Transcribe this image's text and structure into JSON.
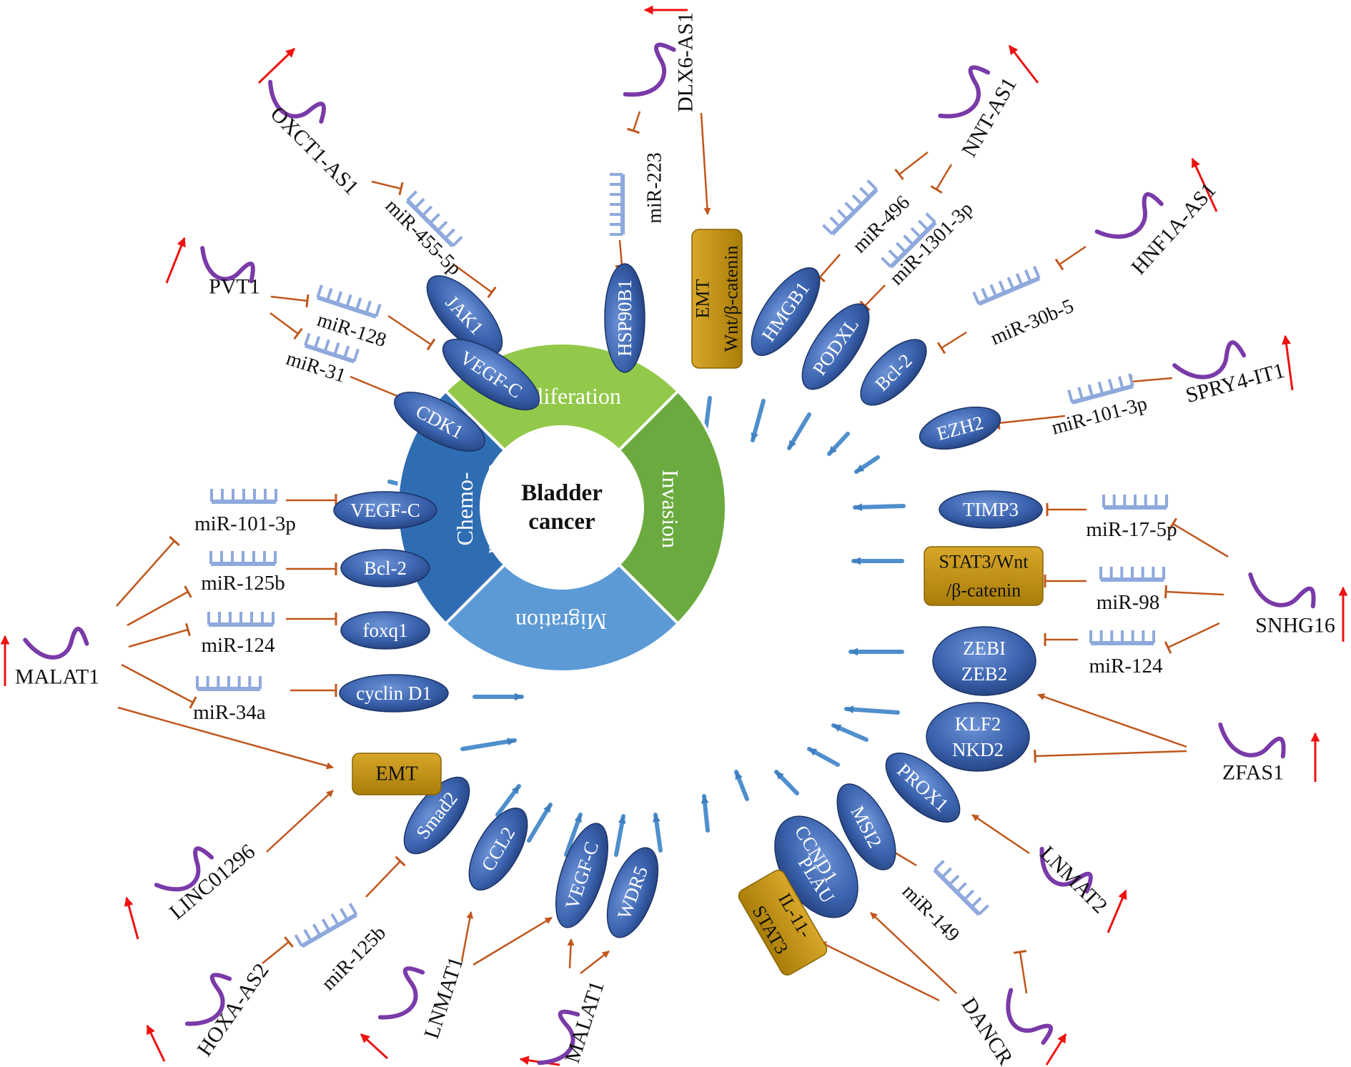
{
  "colors": {
    "inhibit": "#c0561c",
    "promote": "#c0561c",
    "up_arrow": "#ee1111",
    "flow": "#4f8fcc",
    "ellipse": "#2f55a0",
    "ellipse_light": "#5f86cc",
    "box": "#b98a0c",
    "box_light": "#d9aa2a",
    "mirna": "#8fa9dd",
    "lncrna": "#7a3aa8",
    "proliferation": "#93c94a",
    "invasion": "#6aaa3f",
    "migration": "#5c9ad6",
    "chemoresistance": "#2f6db3"
  },
  "center": {
    "line1": "Bladder",
    "line2": "cancer",
    "sectors": [
      {
        "id": "proliferation",
        "label": "Proliferation"
      },
      {
        "id": "invasion",
        "label": "Invasion"
      },
      {
        "id": "migration",
        "label": "Migration"
      },
      {
        "id": "chemoresistance",
        "label1": "Chemo-",
        "label2": "resistance"
      }
    ]
  },
  "lncrnas": [
    {
      "id": "dlx6",
      "label": "DLX6-AS1"
    },
    {
      "id": "oxct1",
      "label": "OXCT1-AS1"
    },
    {
      "id": "nnt",
      "label": "NNT-AS1"
    },
    {
      "id": "hnf1a",
      "label": "HNF1A-AS1"
    },
    {
      "id": "pvt1",
      "label": "PVT1"
    },
    {
      "id": "spry4",
      "label": "SPRY4-IT1"
    },
    {
      "id": "malat1_left",
      "label": "MALAT1"
    },
    {
      "id": "snhg16",
      "label": "SNHG16"
    },
    {
      "id": "zfas1",
      "label": "ZFAS1"
    },
    {
      "id": "linc01296",
      "label": "LINC01296"
    },
    {
      "id": "lnmat2",
      "label": "LNMAT2"
    },
    {
      "id": "hoxa",
      "label": "HOXA-AS2"
    },
    {
      "id": "lnmat1",
      "label": "LNMAT1"
    },
    {
      "id": "malat1_bottom",
      "label": "MALAT1"
    },
    {
      "id": "dancr",
      "label": "DANCR"
    }
  ],
  "mirnas": [
    {
      "id": "m223",
      "label": "miR-223"
    },
    {
      "id": "m455",
      "label": "miR-455-5p"
    },
    {
      "id": "m496",
      "label": "miR-496"
    },
    {
      "id": "m1301",
      "label": "miR-1301-3p"
    },
    {
      "id": "m30b",
      "label": "miR-30b-5"
    },
    {
      "id": "m128",
      "label": "miR-128"
    },
    {
      "id": "m31",
      "label": "miR-31"
    },
    {
      "id": "m101r",
      "label": "miR-101-3p"
    },
    {
      "id": "m101l",
      "label": "miR-101-3p"
    },
    {
      "id": "m125bl",
      "label": "miR-125b"
    },
    {
      "id": "m124l",
      "label": "miR-124"
    },
    {
      "id": "m34a",
      "label": "miR-34a"
    },
    {
      "id": "m17",
      "label": "miR-17-5p"
    },
    {
      "id": "m98",
      "label": "miR-98"
    },
    {
      "id": "m124r",
      "label": "miR-124"
    },
    {
      "id": "m125bb",
      "label": "miR-125b"
    },
    {
      "id": "m149",
      "label": "miR-149"
    }
  ],
  "targets": [
    {
      "id": "jak1",
      "label": "JAK1"
    },
    {
      "id": "hsp90b1",
      "label": "HSP90B1"
    },
    {
      "id": "hmgb1",
      "label": "HMGB1"
    },
    {
      "id": "podxl",
      "label": "PODXL"
    },
    {
      "id": "bcl2r",
      "label": "Bcl-2"
    },
    {
      "id": "vegfc_top",
      "label": "VEGF-C"
    },
    {
      "id": "cdk1",
      "label": "CDK1"
    },
    {
      "id": "ezh2",
      "label": "EZH2"
    },
    {
      "id": "vegfc_left",
      "label": "VEGF-C"
    },
    {
      "id": "bcl2l",
      "label": "Bcl-2"
    },
    {
      "id": "foxq1",
      "label": "foxq1"
    },
    {
      "id": "cyclind1",
      "label": "cyclin D1"
    },
    {
      "id": "timp3",
      "label": "TIMP3"
    },
    {
      "id": "zeb",
      "label1": "ZEBI",
      "label2": "ZEB2"
    },
    {
      "id": "klf2",
      "label1": "KLF2",
      "label2": "NKD2"
    },
    {
      "id": "prox1",
      "label": "PROX1"
    },
    {
      "id": "msi2",
      "label": "MSI2"
    },
    {
      "id": "ccnd1",
      "label1": "CCND1",
      "label2": "PLAU"
    },
    {
      "id": "smad2",
      "label": "Smad2"
    },
    {
      "id": "ccl2",
      "label": "CCL2"
    },
    {
      "id": "vegfc_bottom",
      "label": "VEGF-C"
    },
    {
      "id": "wdr5",
      "label": "WDR5"
    }
  ],
  "pathways": [
    {
      "id": "emt_wnt",
      "label1": "EMT",
      "label2": "Wnt/β-catenin"
    },
    {
      "id": "stat3_wnt",
      "label1": "STAT3/Wnt",
      "label2": "/β-catenin"
    },
    {
      "id": "emt_left",
      "label": "EMT"
    },
    {
      "id": "il11",
      "label1": "IL-11-",
      "label2": "STAT3"
    }
  ]
}
